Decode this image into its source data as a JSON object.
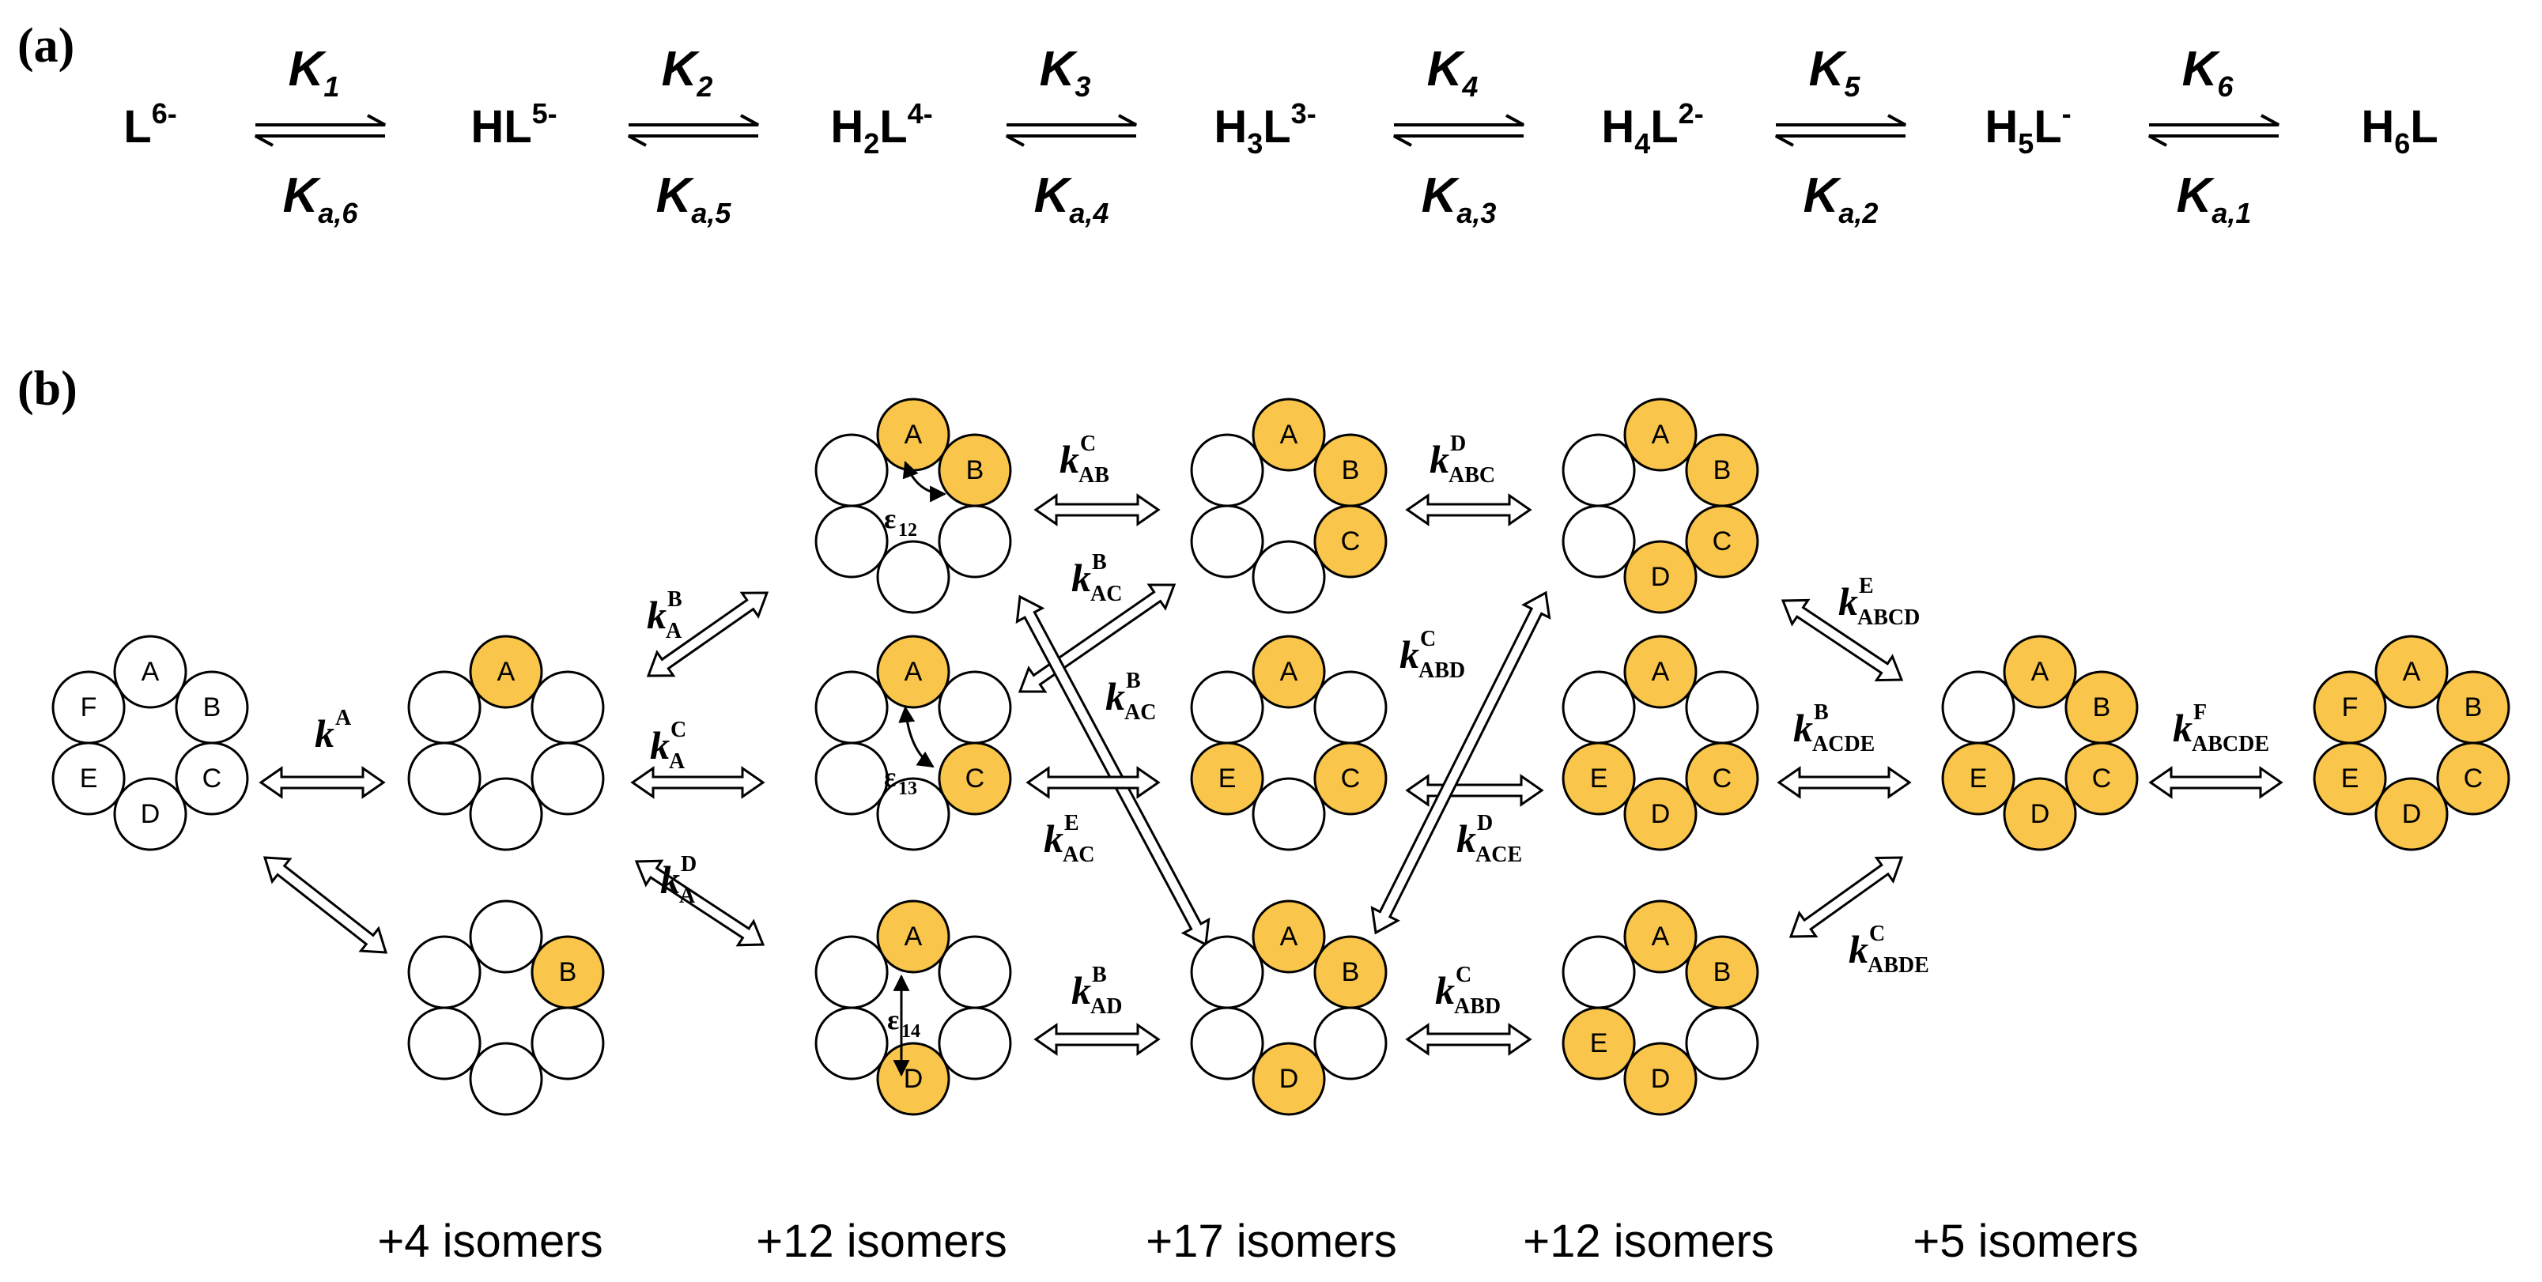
{
  "panel_a": {
    "label": "(a)",
    "species": [
      {
        "base": "L",
        "sub": "",
        "sup": "6-"
      },
      {
        "base": "HL",
        "sub": "",
        "sup": "5-"
      },
      {
        "base": "H",
        "sub": "2",
        "base2": "L",
        "sup": "4-"
      },
      {
        "base": "H",
        "sub": "3",
        "base2": "L",
        "sup": "3-"
      },
      {
        "base": "H",
        "sub": "4",
        "base2": "L",
        "sup": "2-"
      },
      {
        "base": "H",
        "sub": "5",
        "base2": "L",
        "sup": "-"
      },
      {
        "base": "H",
        "sub": "6",
        "base2": "L",
        "sup": ""
      }
    ],
    "equilibria": [
      {
        "top": "K",
        "top_sub": "1",
        "bottom": "K",
        "bottom_sub": "a,6"
      },
      {
        "top": "K",
        "top_sub": "2",
        "bottom": "K",
        "bottom_sub": "a,5"
      },
      {
        "top": "K",
        "top_sub": "3",
        "bottom": "K",
        "bottom_sub": "a,4"
      },
      {
        "top": "K",
        "top_sub": "4",
        "bottom": "K",
        "bottom_sub": "a,3"
      },
      {
        "top": "K",
        "top_sub": "5",
        "bottom": "K",
        "bottom_sub": "a,2"
      },
      {
        "top": "K",
        "top_sub": "6",
        "bottom": "K",
        "bottom_sub": "a,1"
      }
    ]
  },
  "panel_b": {
    "label": "(b)",
    "rings": [
      {
        "id": "r0",
        "labels": [
          "A",
          "B",
          "C",
          "D",
          "E",
          "F"
        ],
        "filled": []
      },
      {
        "id": "r1a",
        "labels": [
          "A",
          "",
          "",
          "",
          "",
          ""
        ],
        "filled": [
          "A"
        ]
      },
      {
        "id": "r1b",
        "labels": [
          "",
          "B",
          "",
          "",
          "",
          ""
        ],
        "filled": [
          "B"
        ]
      },
      {
        "id": "r2ab",
        "labels": [
          "A",
          "B",
          "",
          "",
          "",
          ""
        ],
        "filled": [
          "A",
          "B"
        ]
      },
      {
        "id": "r2ac",
        "labels": [
          "A",
          "",
          "C",
          "",
          "",
          ""
        ],
        "filled": [
          "A",
          "C"
        ]
      },
      {
        "id": "r2ad",
        "labels": [
          "A",
          "",
          "",
          "D",
          "",
          ""
        ],
        "filled": [
          "A",
          "D"
        ]
      },
      {
        "id": "r3abc",
        "labels": [
          "A",
          "B",
          "C",
          "",
          "",
          ""
        ],
        "filled": [
          "A",
          "B",
          "C"
        ]
      },
      {
        "id": "r3ace",
        "labels": [
          "A",
          "",
          "C",
          "",
          "E",
          ""
        ],
        "filled": [
          "A",
          "C",
          "E"
        ]
      },
      {
        "id": "r3abd",
        "labels": [
          "A",
          "B",
          "",
          "D",
          "",
          ""
        ],
        "filled": [
          "A",
          "B",
          "D"
        ]
      },
      {
        "id": "r4abcd",
        "labels": [
          "A",
          "B",
          "C",
          "D",
          "",
          ""
        ],
        "filled": [
          "A",
          "B",
          "C",
          "D"
        ]
      },
      {
        "id": "r4acde",
        "labels": [
          "A",
          "",
          "C",
          "D",
          "E",
          ""
        ],
        "filled": [
          "A",
          "C",
          "D",
          "E"
        ]
      },
      {
        "id": "r4abde",
        "labels": [
          "A",
          "B",
          "",
          "D",
          "E",
          ""
        ],
        "filled": [
          "A",
          "B",
          "D",
          "E"
        ]
      },
      {
        "id": "r5abcde",
        "labels": [
          "A",
          "B",
          "C",
          "D",
          "E",
          ""
        ],
        "filled": [
          "A",
          "B",
          "C",
          "D",
          "E"
        ]
      },
      {
        "id": "r6",
        "labels": [
          "A",
          "B",
          "C",
          "D",
          "E",
          "F"
        ],
        "filled": [
          "A",
          "B",
          "C",
          "D",
          "E",
          "F"
        ]
      }
    ],
    "epsilons": [
      {
        "sym": "ε",
        "sub": "12"
      },
      {
        "sym": "ε",
        "sub": "13"
      },
      {
        "sym": "ε",
        "sub": "14"
      }
    ],
    "rate_labels": [
      {
        "k": "k",
        "sup": "A",
        "sub": ""
      },
      {
        "k": "k",
        "sup": "B",
        "sub": "A"
      },
      {
        "k": "k",
        "sup": "C",
        "sub": "A"
      },
      {
        "k": "k",
        "sup": "D",
        "sub": "A"
      },
      {
        "k": "k",
        "sup": "C",
        "sub": "AB"
      },
      {
        "k": "k",
        "sup": "B",
        "sub": "AC"
      },
      {
        "k": "k",
        "sup": "B",
        "sub": "AC"
      },
      {
        "k": "k",
        "sup": "E",
        "sub": "AC"
      },
      {
        "k": "k",
        "sup": "B",
        "sub": "AD"
      },
      {
        "k": "k",
        "sup": "D",
        "sub": "ABC"
      },
      {
        "k": "k",
        "sup": "C",
        "sub": "ABD"
      },
      {
        "k": "k",
        "sup": "D",
        "sub": "ACE"
      },
      {
        "k": "k",
        "sup": "C",
        "sub": "ABD"
      },
      {
        "k": "k",
        "sup": "E",
        "sub": "ABCD"
      },
      {
        "k": "k",
        "sup": "B",
        "sub": "ACDE"
      },
      {
        "k": "k",
        "sup": "C",
        "sub": "ABDE"
      },
      {
        "k": "k",
        "sup": "F",
        "sub": "ABCDE"
      }
    ],
    "isomer_counts": [
      "+4 isomers",
      "+12 isomers",
      "+17 isomers",
      "+12 isomers",
      "+5 isomers"
    ]
  },
  "colors": {
    "filled_site": "#f9c54a",
    "empty_site": "#ffffff",
    "stroke": "#000000"
  }
}
